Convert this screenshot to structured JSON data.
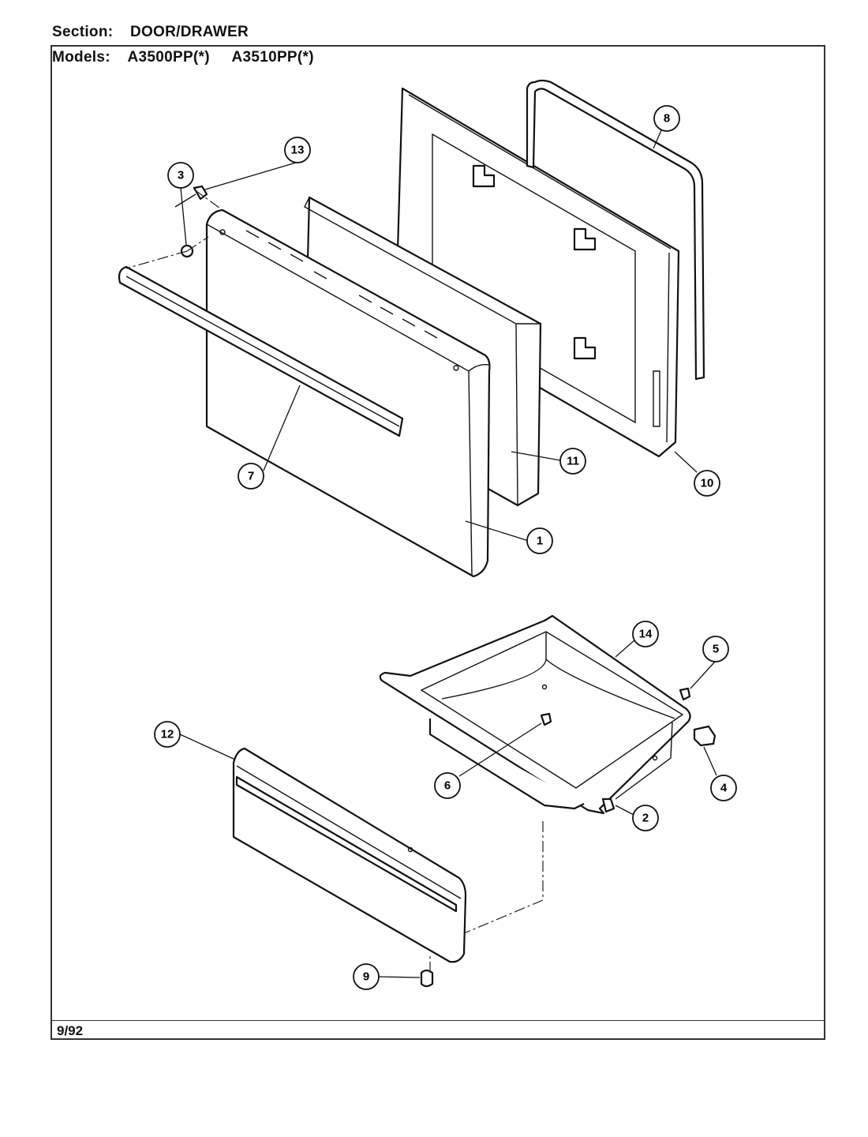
{
  "header": {
    "section_label": "Section:",
    "section_value": "DOOR/DRAWER",
    "models_label": "Models:",
    "model_1": "A3500PP(*)",
    "model_2": "A3510PP(*)"
  },
  "footer": {
    "date_code": "9/92"
  },
  "callouts": [
    "1",
    "2",
    "3",
    "4",
    "5",
    "6",
    "7",
    "8",
    "9",
    "10",
    "11",
    "12",
    "13",
    "14"
  ]
}
